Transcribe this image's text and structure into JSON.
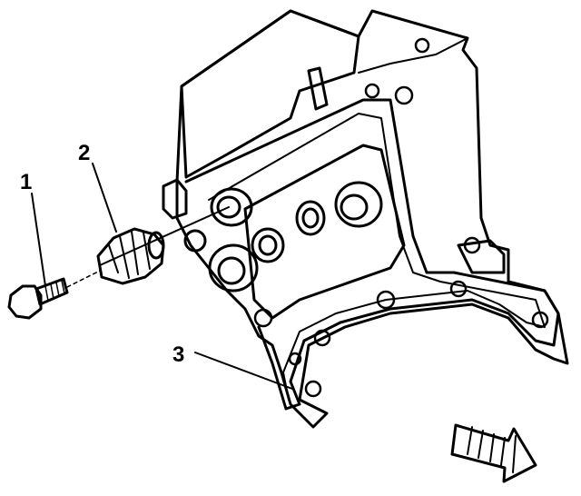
{
  "callouts": {
    "bolt": "1",
    "sensor": "2",
    "cover": "3"
  },
  "colors": {
    "line": "#000000",
    "background": "#ffffff"
  },
  "icons": {
    "direction_arrow": "forward-arrow-icon"
  }
}
